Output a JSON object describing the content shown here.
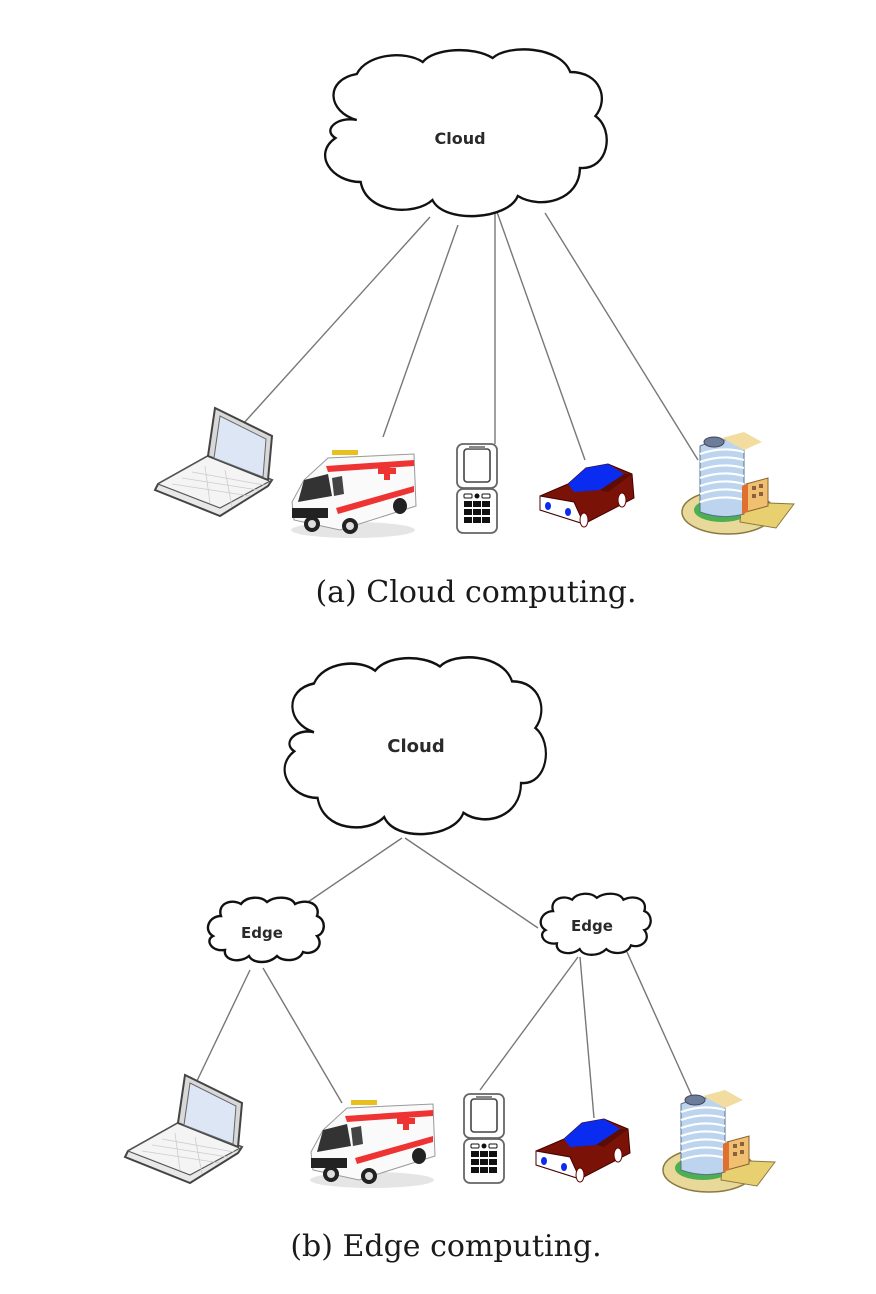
{
  "figures": [
    {
      "id": "a",
      "caption": "(a) Cloud computing.",
      "cloud_label": "Cloud",
      "devices": [
        "laptop",
        "ambulance",
        "mobile-phone",
        "car",
        "building"
      ]
    },
    {
      "id": "b",
      "caption": "(b) Edge computing.",
      "cloud_label": "Cloud",
      "edge_labels": [
        "Edge",
        "Edge"
      ],
      "edge_groups": [
        {
          "edge": "Edge",
          "devices": [
            "laptop",
            "ambulance"
          ]
        },
        {
          "edge": "Edge",
          "devices": [
            "mobile-phone",
            "car",
            "building"
          ]
        }
      ]
    }
  ]
}
